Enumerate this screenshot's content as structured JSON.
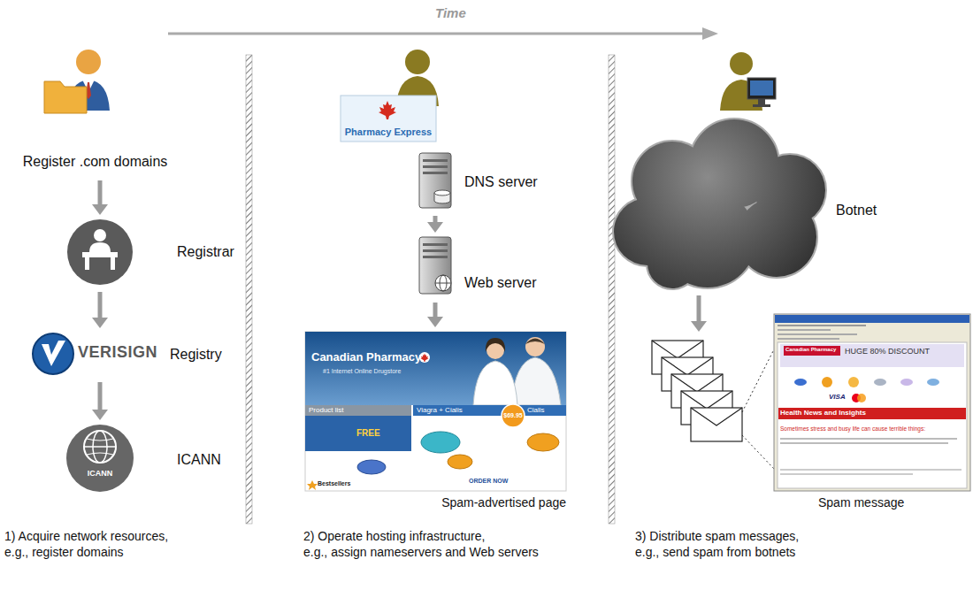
{
  "diagram": {
    "nodes": [
      {
        "text": [
          "Register .com domains"
        ]
      },
      {
        "text": [
          "Registrar"
        ]
      },
      {
        "text": [
          "VERISIGN",
          "Registry"
        ]
      },
      {
        "text": [
          "ICANN",
          "ICANN"
        ]
      },
      {
        "text": [
          "Pharmacy Express"
        ]
      },
      {
        "text": [
          "DNS server"
        ]
      },
      {
        "text": [
          "Web server"
        ]
      },
      {
        "text": [
          "Canadian Pharmacy",
          "#1 Internet Online Drugstore",
          "Product list",
          "FREE",
          "Viagra + Cialis",
          "$69.95",
          "Cialis",
          "ORDER NOW",
          "Bestsellers",
          "Spam-advertised page"
        ]
      },
      {
        "text": [
          "Botnet"
        ]
      },
      {
        "text": [
          "Canadian Pharmacy",
          "HUGE 80% DISCOUNT",
          "VISA",
          "Health News and Insights",
          "Sometimes stress and busy life can cause terrible things:",
          "Spam message"
        ]
      }
    ],
    "edges": [
      {
        "from": 0,
        "to": 1,
        "arrow": "to"
      },
      {
        "from": 1,
        "to": 2,
        "arrow": "to"
      },
      {
        "from": 2,
        "to": 3,
        "arrow": "to"
      },
      {
        "from": 5,
        "to": 6,
        "arrow": "to"
      },
      {
        "from": 6,
        "to": 7,
        "arrow": "to"
      },
      {
        "from": 8,
        "to": 9,
        "arrow": "to"
      }
    ],
    "labels": [
      "Time",
      "1) Acquire network resources,",
      "e.g., register domains",
      "2) Operate hosting infrastructure,",
      "e.g., assign nameservers and Web servers",
      "3) Distribute spam messages,",
      "e.g., send spam from botnets"
    ]
  }
}
